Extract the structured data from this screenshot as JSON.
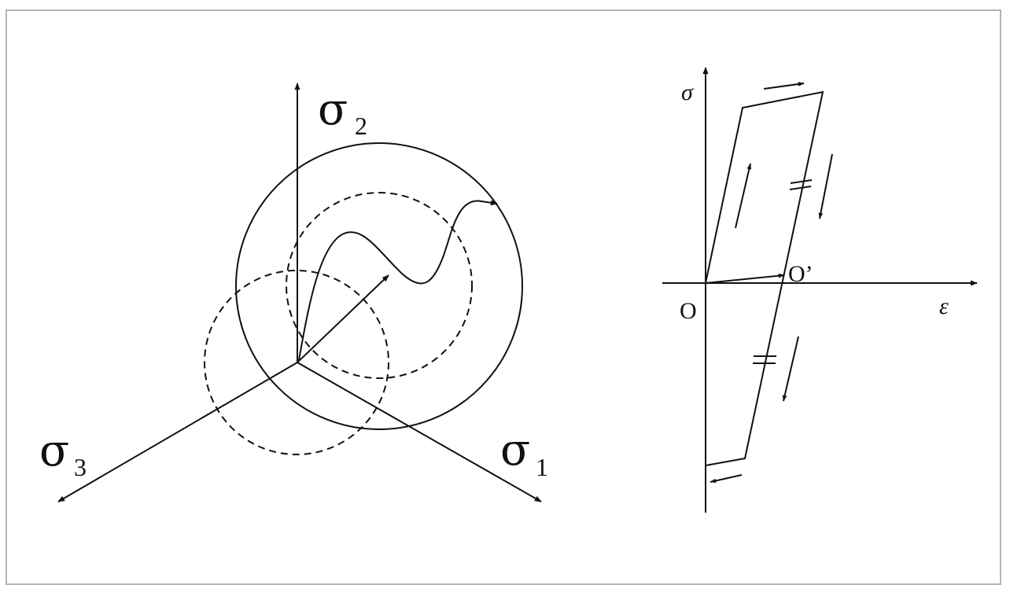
{
  "left_diagram": {
    "sigma1": {
      "symbol": "σ",
      "sub": "1"
    },
    "sigma2": {
      "symbol": "σ",
      "sub": "2"
    },
    "sigma3": {
      "symbol": "σ",
      "sub": "3"
    }
  },
  "right_diagram": {
    "y_axis_label": "σ",
    "x_axis_label": "ε",
    "origin_label": "O",
    "shifted_origin_label": "O’"
  },
  "colors": {
    "stroke": "#111111",
    "frame": "#b5b5b5"
  }
}
